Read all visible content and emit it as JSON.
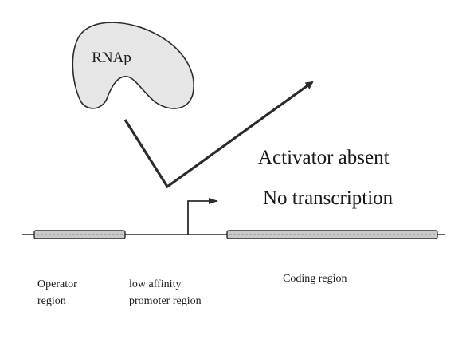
{
  "diagram": {
    "rnap_label": "RNAp",
    "status_line1": "Activator absent",
    "status_line2": "No transcription",
    "regions": {
      "operator_line1": "Operator",
      "operator_line2": "region",
      "promoter_line1": "low affinity",
      "promoter_line2": "promoter region",
      "coding": "Coding region"
    },
    "colors": {
      "rnap_fill": "#e6e6e6",
      "line": "#2b2b2b",
      "box_fill": "#c9c9c9"
    }
  }
}
